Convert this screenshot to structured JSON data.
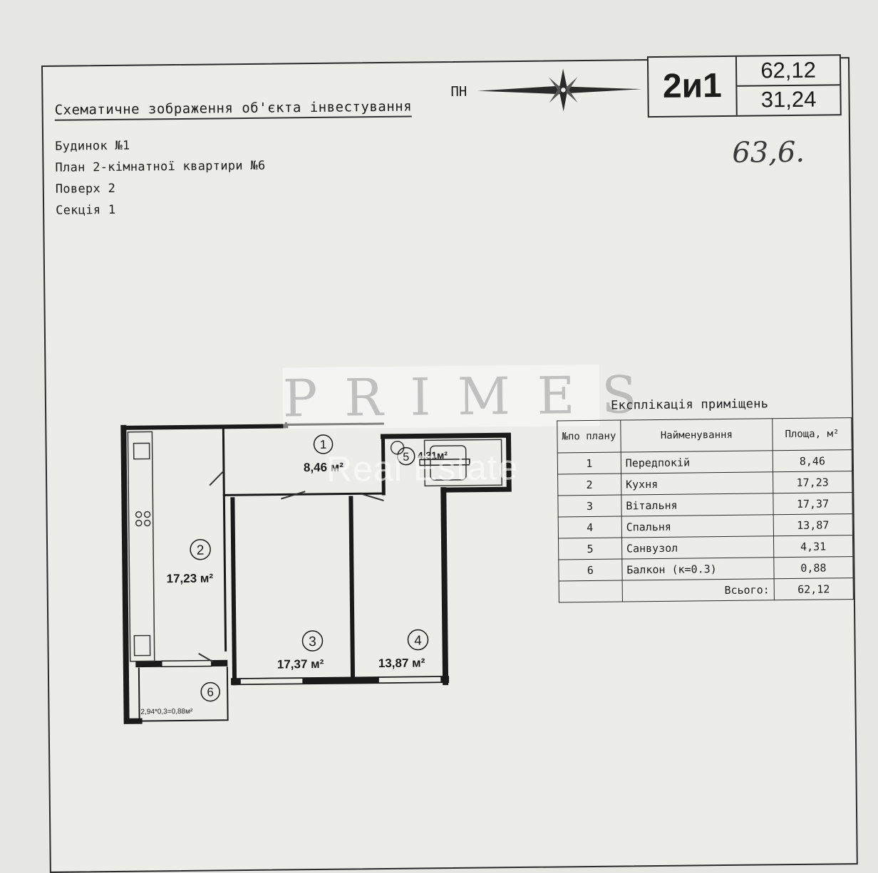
{
  "header": {
    "title": "Схематичне зображення об'єкта інвестування",
    "north_label": "ПН",
    "code": "2и1",
    "area_total": "62,12",
    "area_living": "31,24",
    "handwritten_note": "63,6."
  },
  "info": {
    "house": "Будинок №1",
    "plan": "План 2-кімнатної квартири №6",
    "floor": "Поверх 2",
    "section": "Секція 1"
  },
  "plan_labels": {
    "r1_num": "1",
    "r1_area": "8,46 м²",
    "r2_num": "2",
    "r2_area": "17,23 м²",
    "r3_num": "3",
    "r3_area": "17,37 м²",
    "r4_num": "4",
    "r4_area": "13,87 м²",
    "r5_num": "5",
    "r5_area": "4,31м²",
    "r6_num": "6",
    "r6_area": "2,94*0,3=0,88м²"
  },
  "explication": {
    "title": "Експлікація приміщень",
    "headers": {
      "no": "№по плану",
      "name": "Найменування",
      "area": "Площа, м²"
    },
    "rows": [
      {
        "no": "1",
        "name": "Передпокій",
        "area": "8,46"
      },
      {
        "no": "2",
        "name": "Кухня",
        "area": "17,23"
      },
      {
        "no": "3",
        "name": "Вітальня",
        "area": "17,37"
      },
      {
        "no": "4",
        "name": "Спальня",
        "area": "13,87"
      },
      {
        "no": "5",
        "name": "Санвузол",
        "area": "4,31"
      },
      {
        "no": "6",
        "name": "Балкон (к=0.3)",
        "area": "0,88"
      }
    ],
    "total_label": "Всього:",
    "total_value": "62,12"
  },
  "watermark": {
    "brand": "PRIMES",
    "sub": "Real Estate"
  }
}
